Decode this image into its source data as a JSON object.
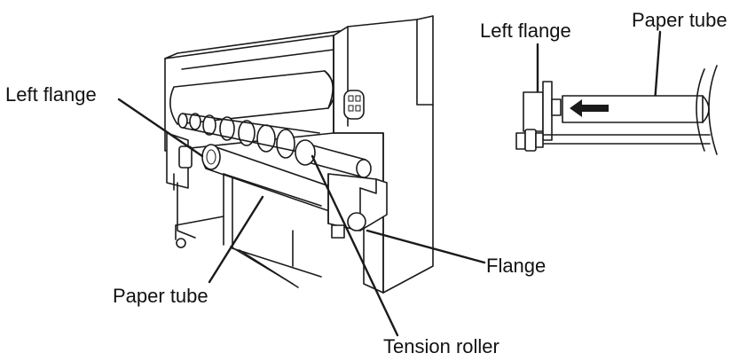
{
  "labels": {
    "left_flange_main": "Left flange",
    "left_flange_inset": "Left flange",
    "paper_tube_inset": "Paper tube",
    "flange": "Flange",
    "paper_tube_main": "Paper tube",
    "tension_roller": "Tension roller"
  },
  "colors": {
    "ink": "#1a1a1a",
    "background": "#ffffff"
  },
  "icons": {
    "insert_direction": "left-arrow-icon"
  }
}
